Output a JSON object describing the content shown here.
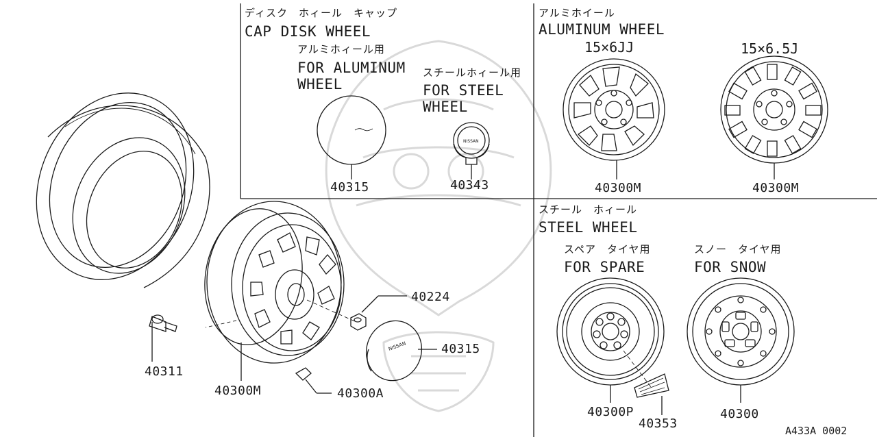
{
  "sections": {
    "cap": {
      "title_jp": "ディスク　ホィール　キャップ",
      "title_en": "CAP DISK WHEEL",
      "aluminum": {
        "label_jp": "アルミホィール用",
        "label_en_1": "FOR ALUMINUM",
        "label_en_2": "WHEEL",
        "part": "40315"
      },
      "steel": {
        "label_jp": "スチールホィール用",
        "label_en_1": "FOR STEEL",
        "label_en_2": "WHEEL",
        "part": "40343"
      }
    },
    "aluminum_wheel": {
      "title_jp": "アルミホイール",
      "title_en": "ALUMINUM WHEEL",
      "size_a": "15×6JJ",
      "size_b": "15×6.5J",
      "part_a": "40300M",
      "part_b": "40300M"
    },
    "steel_wheel": {
      "title_jp": "スチール　ホィール",
      "title_en": "STEEL WHEEL",
      "spare": {
        "label_jp": "スペア　タイヤ用",
        "label_en": "FOR SPARE",
        "part": "40300P",
        "part_extra": "40353"
      },
      "snow": {
        "label_jp": "スノー　タイヤ用",
        "label_en": "FOR SNOW",
        "part": "40300"
      }
    },
    "main": {
      "valve": "40311",
      "wheel": "40300M",
      "nut": "40224",
      "cap": "40315",
      "weight": "40300A"
    }
  },
  "diagram_code": "A433A 0002",
  "emblem_text": "NISSAN"
}
